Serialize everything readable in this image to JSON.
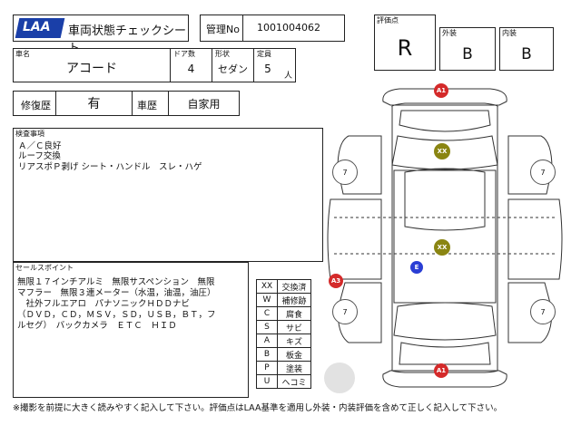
{
  "header": {
    "logo": "LAA",
    "title": "車両状態チェックシート",
    "mgmt_label": "管理No",
    "mgmt_no": "1001004062",
    "rating_label": "評価点",
    "rating": "R",
    "exterior_label": "外装",
    "exterior": "B",
    "interior_label": "内装",
    "interior": "B"
  },
  "car": {
    "name_label": "車名",
    "name": "アコード",
    "doors_label": "ドア数",
    "doors": "4",
    "shape_label": "形状",
    "shape": "セダン",
    "capacity_label": "定員",
    "capacity": "5",
    "capacity_unit": "人"
  },
  "history": {
    "repair_label": "修復歴",
    "repair": "有",
    "usage_label": "車歴",
    "usage": "自家用"
  },
  "inspection": {
    "label": "検査事項",
    "lines": [
      "Ａ／Ｃ良好",
      "ルーフ交換",
      "リアスポＰ剥げ シート・ハンドル　スレ・ハゲ"
    ]
  },
  "sales": {
    "label": "セールスポイント",
    "lines": [
      "無限１７インチアルミ　無限サスペンション　無限",
      "マフラー　無限３連メーター（水温，油温，油圧）",
      "　社外フルエアロ　パナソニックＨＤＤナビ",
      "（ＤＶＤ，ＣＤ，ＭＳＶ，ＳＤ，ＵＳＢ，ＢＴ，フ",
      "ルセグ）　バックカメラ　ＥＴＣ　ＨＩＤ"
    ]
  },
  "legend": [
    {
      "code": "XX",
      "meaning": "交換済"
    },
    {
      "code": "W",
      "meaning": "補修跡"
    },
    {
      "code": "C",
      "meaning": "腐食"
    },
    {
      "code": "S",
      "meaning": "サビ"
    },
    {
      "code": "A",
      "meaning": "キズ"
    },
    {
      "code": "B",
      "meaning": "板金"
    },
    {
      "code": "P",
      "meaning": "塗装"
    },
    {
      "code": "U",
      "meaning": "ヘコミ"
    }
  ],
  "diagram_marks": {
    "front_bumper": "A1",
    "rear_bumper": "A1",
    "left_rear": "A3",
    "roof": "XX",
    "trunk": "XX",
    "pillar": "E",
    "tire_front_left": "7",
    "tire_front_right": "7",
    "tire_rear_left": "7",
    "tire_rear_right": "7"
  },
  "colors": {
    "red": "#d42a2a",
    "olive": "#8a8512",
    "blue": "#2a3ed4",
    "gray_spot": "#cfcfcf"
  },
  "footer": "※撮影を前提に大きく読みやすく記入して下さい。評価点はLAA基準を適用し外装・内装評価を含めて正しく記入して下さい。"
}
